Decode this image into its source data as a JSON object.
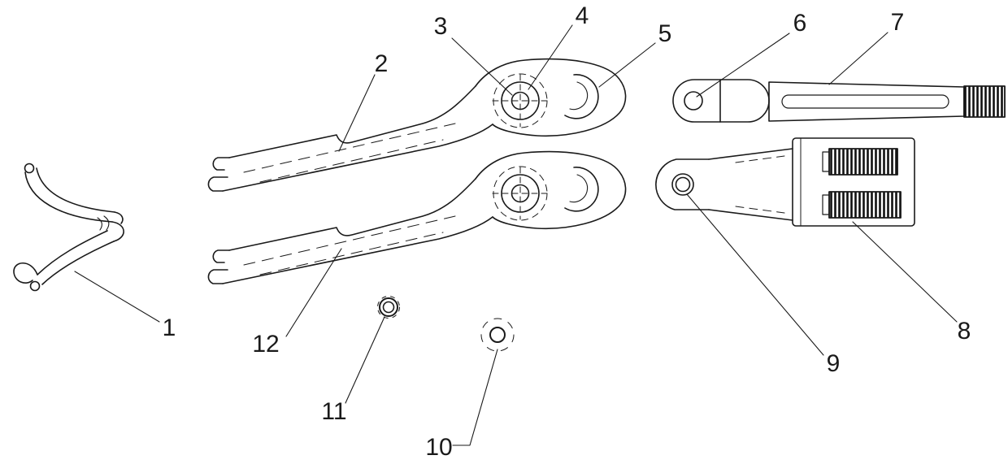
{
  "figure_labels": {
    "description_visible_text_only": true
  },
  "labels": [
    {
      "id": "1",
      "text": "1"
    },
    {
      "id": "2",
      "text": "2"
    },
    {
      "id": "3",
      "text": "3"
    },
    {
      "id": "4",
      "text": "4"
    },
    {
      "id": "5",
      "text": "5"
    },
    {
      "id": "6",
      "text": "6"
    },
    {
      "id": "7",
      "text": "7"
    },
    {
      "id": "8",
      "text": "8"
    },
    {
      "id": "9",
      "text": "9"
    },
    {
      "id": "10",
      "text": "10"
    },
    {
      "id": "11",
      "text": "11"
    },
    {
      "id": "12",
      "text": "12"
    }
  ],
  "colors": {
    "line": "#1a1a1a",
    "background": "#ffffff"
  }
}
